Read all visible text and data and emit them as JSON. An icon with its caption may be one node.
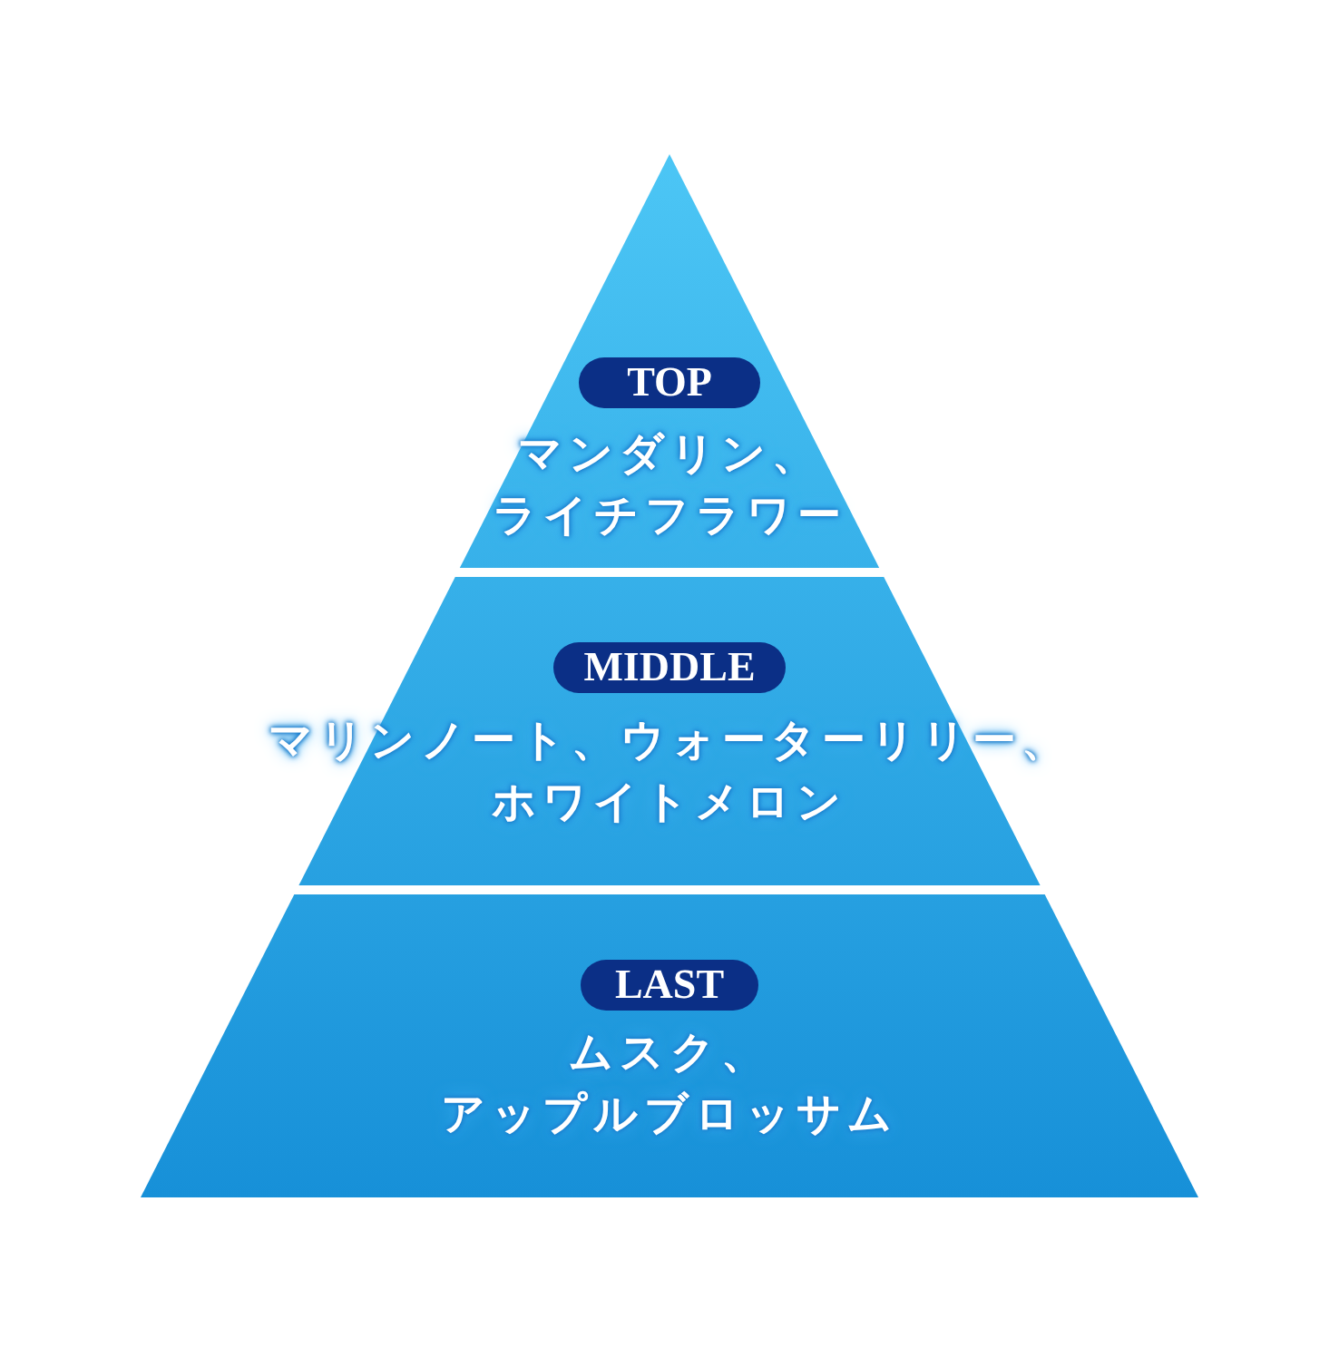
{
  "diagram": {
    "nodes": [
      {
        "text": [
          "マンダリン、ライチフラワー"
        ]
      },
      {
        "text": [
          "TOP"
        ],
        "in": 0
      },
      {
        "text": [
          "マリンノート、ウォーターリリー、ホワイトメロン"
        ]
      },
      {
        "text": [
          "MIDDLE"
        ],
        "in": 2
      },
      {
        "text": [
          "ムスク、アップルブロッサム"
        ]
      },
      {
        "text": [
          "LAST"
        ],
        "in": 4
      }
    ]
  }
}
